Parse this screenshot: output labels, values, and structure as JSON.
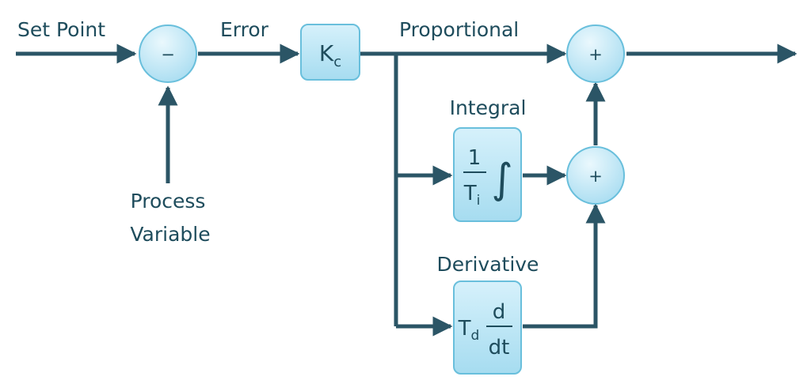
{
  "colors": {
    "line": "#2b5566",
    "text": "#1e4c5c",
    "node_fill": "#b8e5f5",
    "node_stroke": "#69bfdc"
  },
  "labels": {
    "set_point": "Set Point",
    "error": "Error",
    "proportional": "Proportional",
    "integral": "Integral",
    "derivative": "Derivative",
    "process_variable_line1": "Process",
    "process_variable_line2": "Variable"
  },
  "nodes": {
    "subtract_symbol": "−",
    "sum_top_symbol": "+",
    "sum_bottom_symbol": "+",
    "gain": {
      "main": "K",
      "sub": "c"
    },
    "integral_block": {
      "num": "1",
      "den_main": "T",
      "den_sub": "i",
      "op": "∫"
    },
    "derivative_block": {
      "coef_main": "T",
      "coef_sub": "d",
      "num": "d",
      "den": "dt"
    }
  }
}
